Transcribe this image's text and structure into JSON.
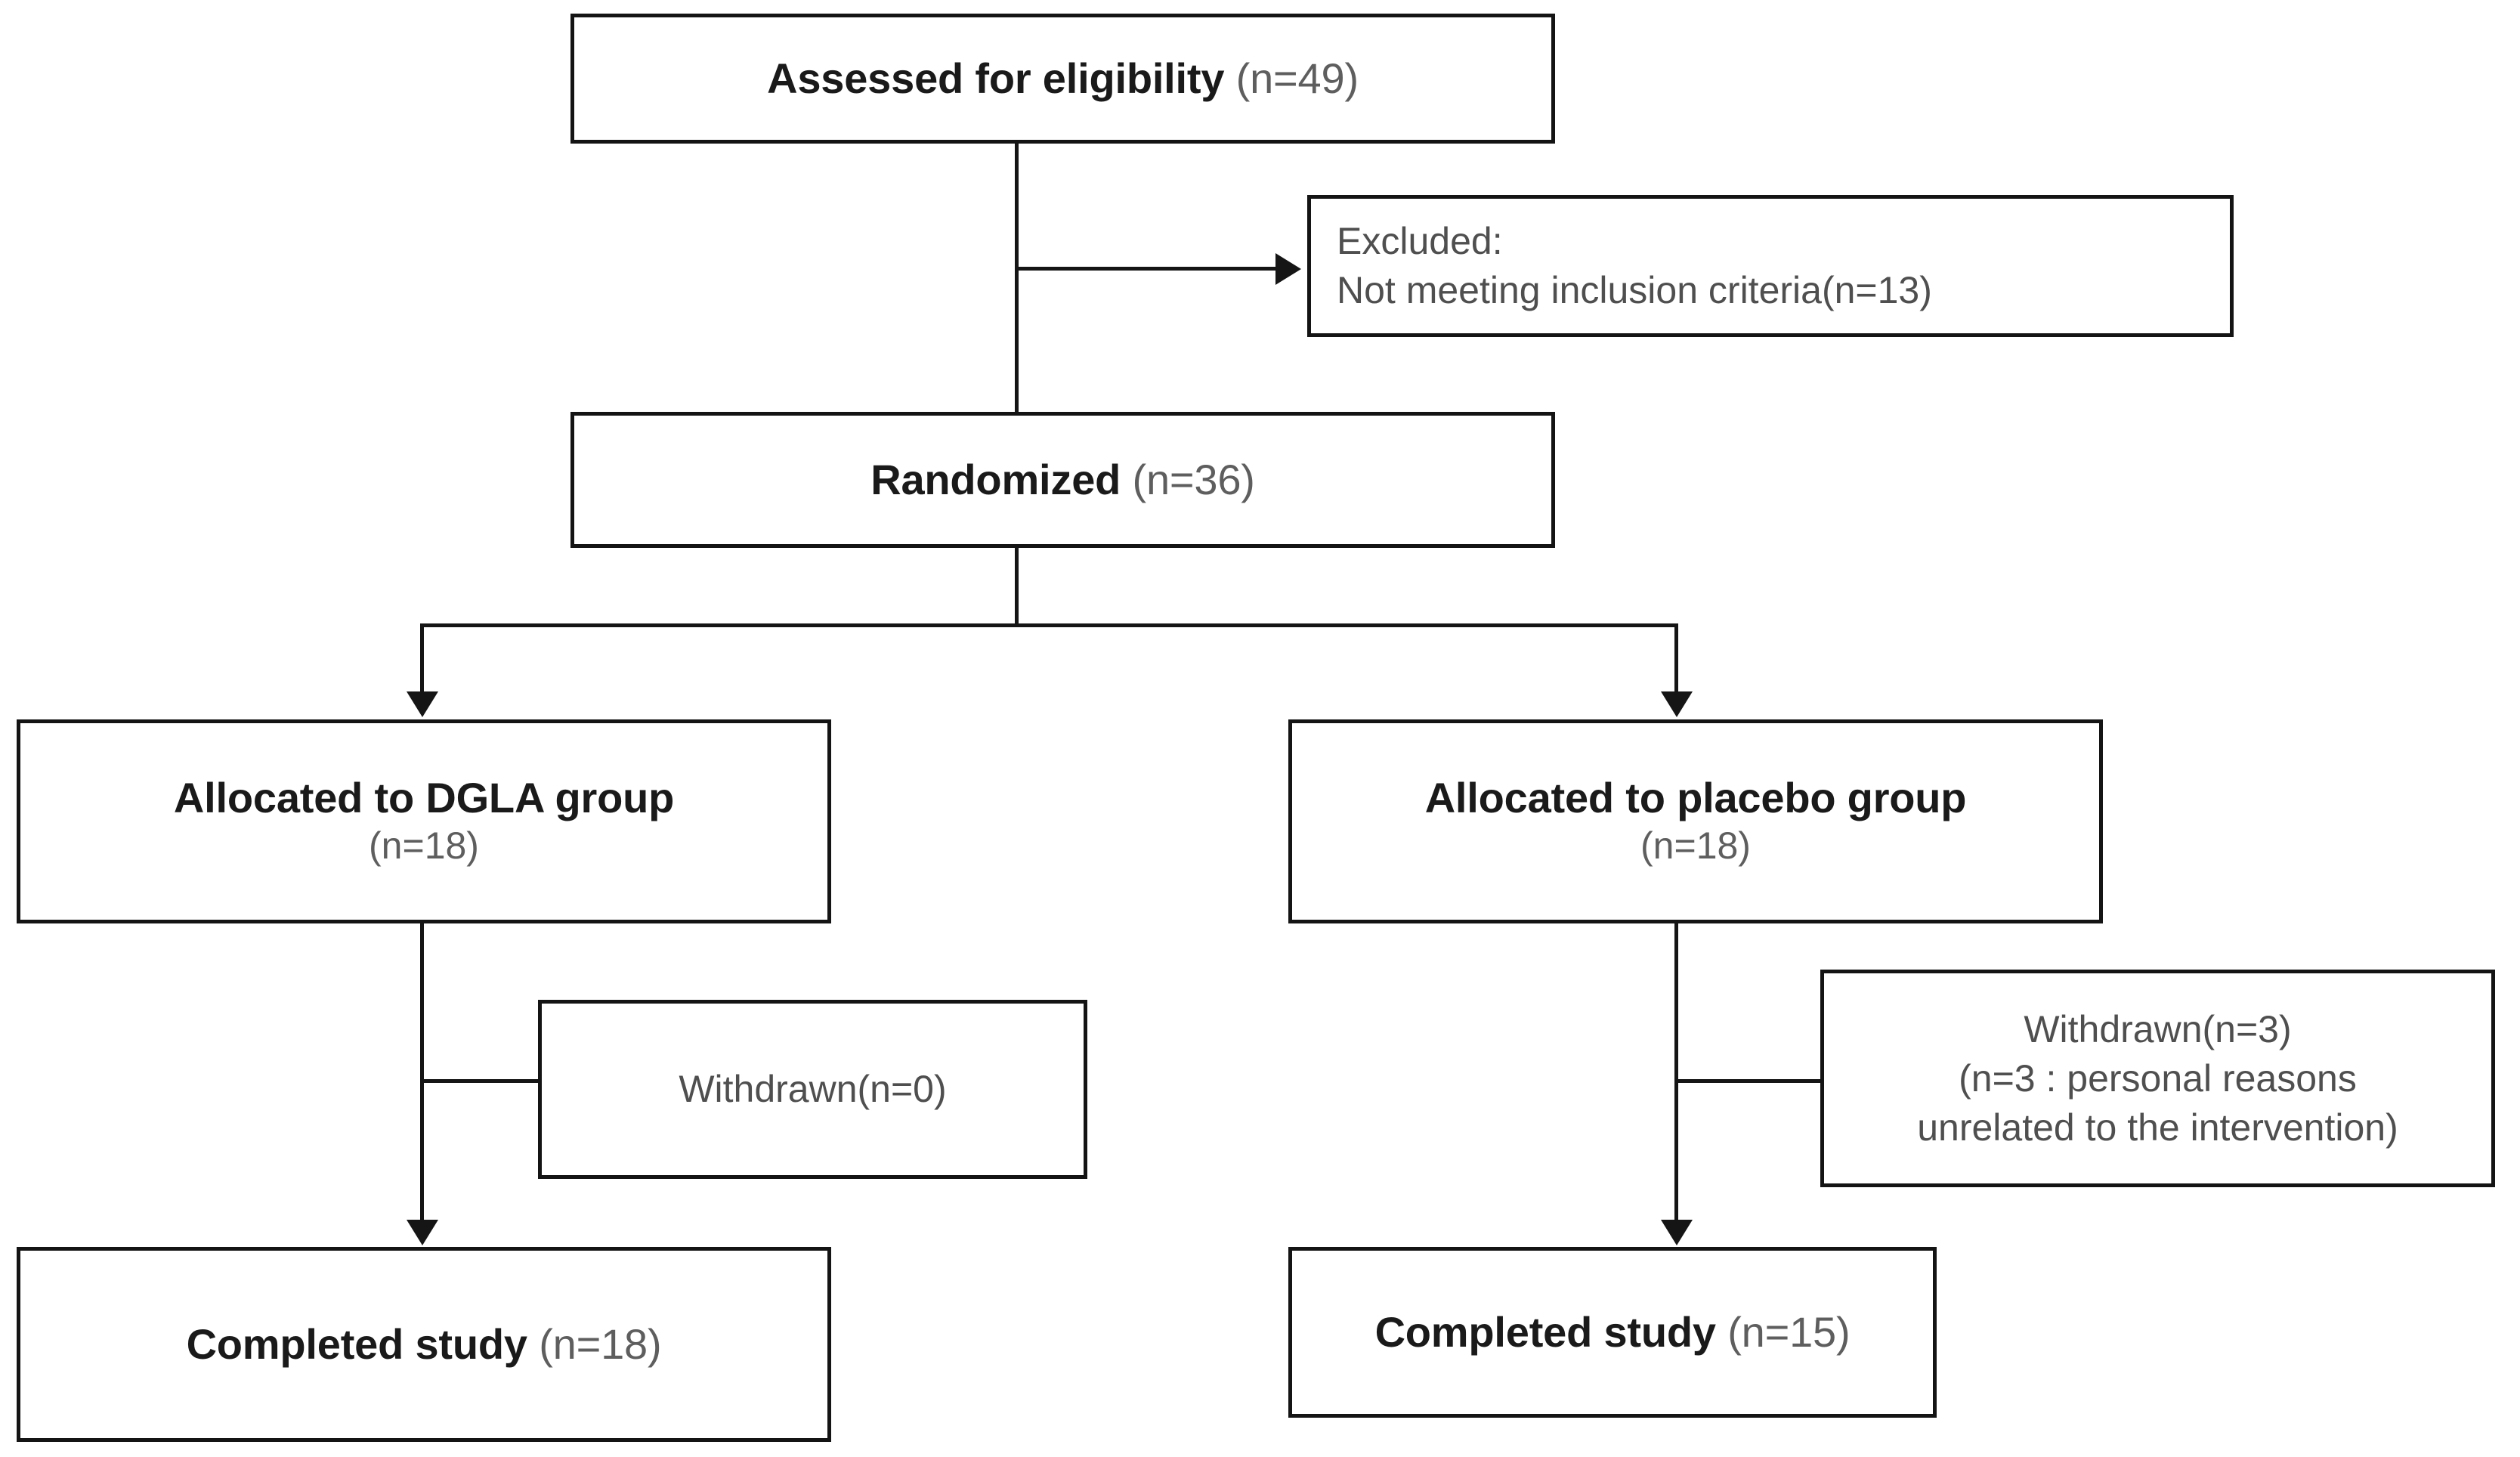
{
  "diagram": {
    "type": "consort-flow-diagram",
    "title": "CONSORT participant flow",
    "colors": {
      "background": "#ffffff",
      "box_border": "#141414",
      "connector": "#151515",
      "primary_text": "#1a1a1a",
      "secondary_text": "#5e5e5e"
    },
    "nodes": {
      "assessed": {
        "label": "Assessed for eligibility",
        "count": "(n=49)"
      },
      "excluded": {
        "line1": "Excluded:",
        "line2": "Not meeting inclusion criteria(n=13)"
      },
      "randomized": {
        "label": "Randomized",
        "count": "(n=36)"
      },
      "allocated_dgla": {
        "label": "Allocated to DGLA group",
        "count": "(n=18)"
      },
      "allocated_placebo": {
        "label": "Allocated to placebo group",
        "count": "(n=18)"
      },
      "withdrawn_dgla": {
        "line1": "Withdrawn(n=0)"
      },
      "withdrawn_placebo": {
        "line1": "Withdrawn(n=3)",
        "line2": "(n=3 : personal reasons",
        "line3": "unrelated to the intervention)"
      },
      "completed_dgla": {
        "label": "Completed study",
        "count": "(n=18)"
      },
      "completed_placebo": {
        "label": "Completed study",
        "count": "(n=15)"
      }
    }
  }
}
